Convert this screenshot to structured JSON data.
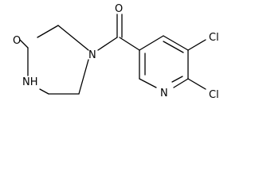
{
  "molecule": {
    "atoms": {
      "carbonyl_oxygen_top": "O",
      "lactam_oxygen": "O",
      "amine_nitrogen": "N",
      "amide_nh": "NH",
      "pyridine_nitrogen": "N",
      "chlorine_upper": "Cl",
      "chlorine_lower": "Cl"
    }
  }
}
